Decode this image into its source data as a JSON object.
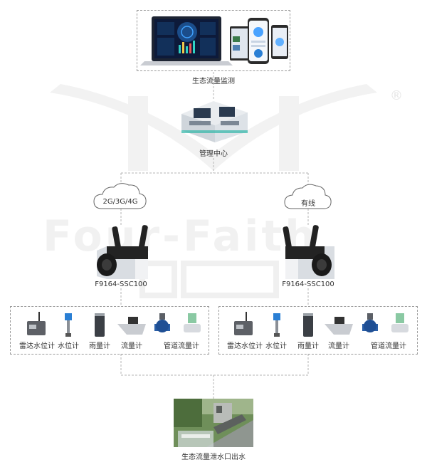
{
  "watermark": {
    "brand": "Four-Faith",
    "registered": "®"
  },
  "monitoring": {
    "label": "生态流量监测"
  },
  "management": {
    "label": "管理中心"
  },
  "links": {
    "left": "2G/3G/4G",
    "right": "有线"
  },
  "gateways": {
    "left": "F9164-SSC100",
    "right": "F9164-SSC100"
  },
  "sensors_left": [
    {
      "label": "雷达水位计",
      "icon": "radar-level-meter-icon"
    },
    {
      "label": "水位计",
      "icon": "water-level-meter-icon"
    },
    {
      "label": "雨量计",
      "icon": "rain-gauge-icon"
    },
    {
      "label": "流量计",
      "icon": "flow-meter-icon"
    },
    {
      "label": "管道流量计",
      "icon": "pipe-flow-meter-icon"
    }
  ],
  "sensors_right": [
    {
      "label": "雷达水位计",
      "icon": "radar-level-meter-icon"
    },
    {
      "label": "水位计",
      "icon": "water-level-meter-icon"
    },
    {
      "label": "雨量计",
      "icon": "rain-gauge-icon"
    },
    {
      "label": "流量计",
      "icon": "flow-meter-icon"
    },
    {
      "label": "管道流量计",
      "icon": "pipe-flow-meter-icon"
    }
  ],
  "outlet": {
    "label": "生态流量泄水口出水"
  },
  "colors": {
    "line": "#b5b5b5",
    "accent": "#2a7fd4",
    "device_dark": "#222222"
  }
}
